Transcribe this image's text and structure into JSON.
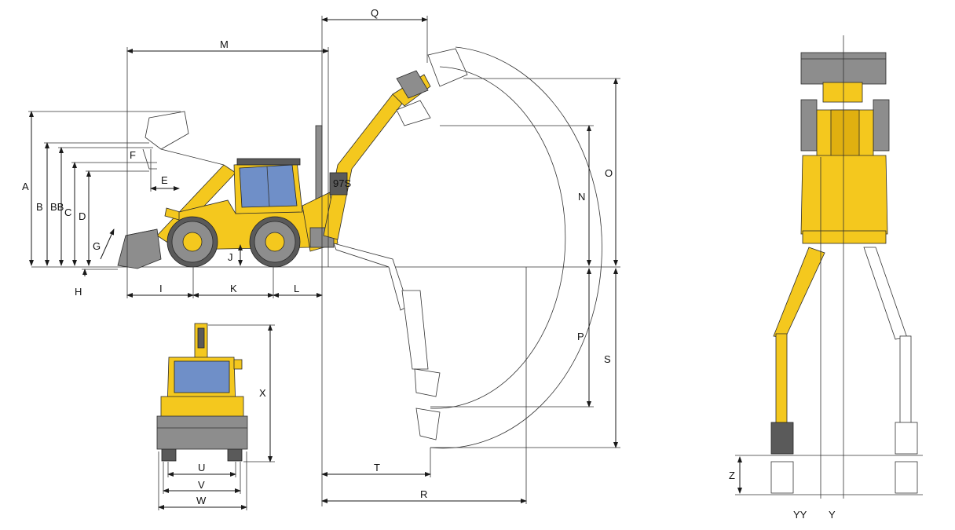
{
  "model_badge": "97S",
  "side_labels": [
    "A",
    "B",
    "BB",
    "C",
    "D",
    "E",
    "F",
    "G",
    "H",
    "I",
    "J",
    "K",
    "L",
    "M",
    "N",
    "O",
    "P",
    "Q",
    "R",
    "S",
    "T"
  ],
  "front_labels": [
    "U",
    "V",
    "W",
    "X"
  ],
  "top_labels": [
    "Z",
    "YY",
    "Y"
  ],
  "colors": {
    "body": "#f4c81e",
    "tyre": "#8d8d8d",
    "glass": "#6f8fc8",
    "line": "#1a1a1a"
  }
}
